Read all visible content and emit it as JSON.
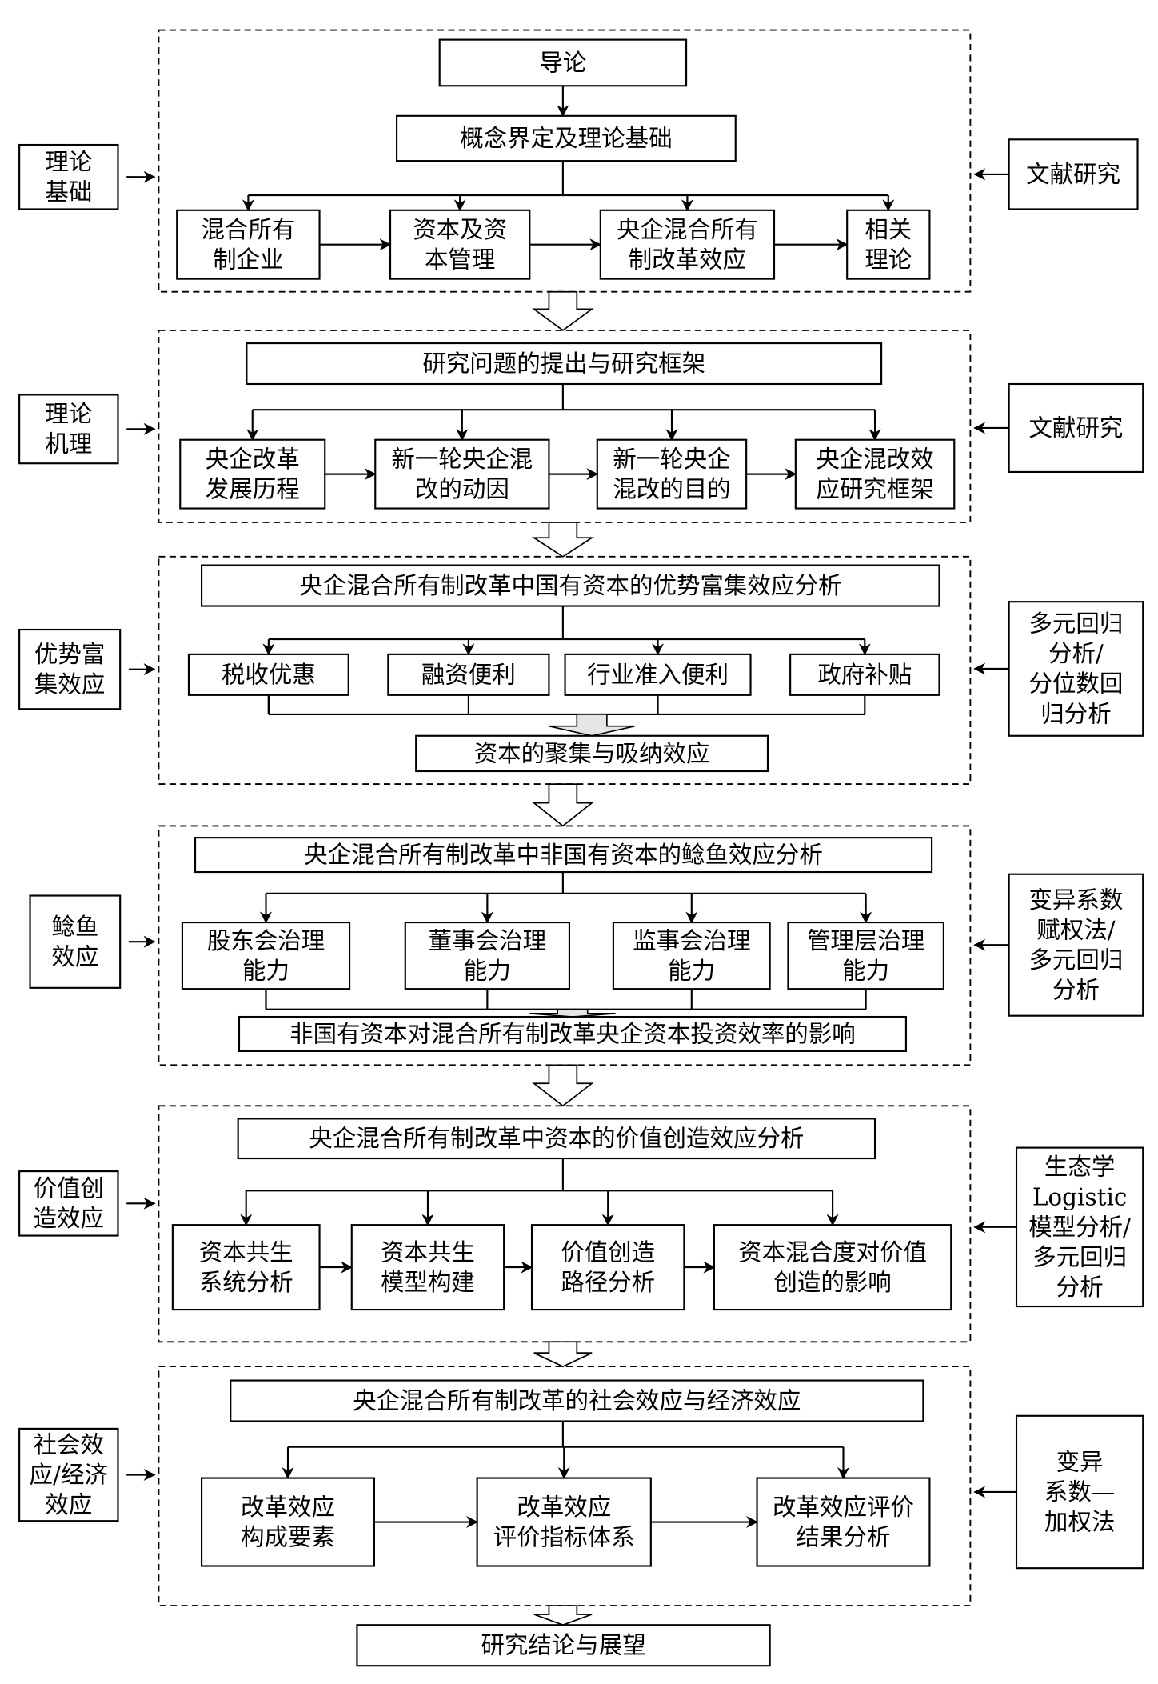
{
  "sections": [
    {
      "left_method": [
        "理论",
        "基础"
      ],
      "right_method": [
        "文献研究"
      ],
      "top": "导论",
      "header": "概念界定及理论基础",
      "children": [
        [
          "混合所有",
          "制企业"
        ],
        [
          "资本及资",
          "本管理"
        ],
        [
          "央企混合所有",
          "制改革效应"
        ],
        [
          "相关",
          "理论"
        ]
      ]
    },
    {
      "left_method": [
        "理论",
        "机理"
      ],
      "right_method": [
        "文献研究"
      ],
      "header": "研究问题的提出与研究框架",
      "children": [
        [
          "央企改革",
          "发展历程"
        ],
        [
          "新一轮央企混",
          "改的动因"
        ],
        [
          "新一轮央企",
          "混改的目的"
        ],
        [
          "央企混改效",
          "应研究框架"
        ]
      ]
    },
    {
      "left_method": [
        "优势富",
        "集效应"
      ],
      "right_method": [
        "多元回归",
        "分析/",
        "分位数回",
        "归分析"
      ],
      "header": "央企混合所有制改革中国有资本的优势富集效应分析",
      "children": [
        [
          "税收优惠"
        ],
        [
          "融资便利"
        ],
        [
          "行业准入便利"
        ],
        [
          "政府补贴"
        ]
      ],
      "result": "资本的聚集与吸纳效应"
    },
    {
      "left_method": [
        "鲶鱼",
        "效应"
      ],
      "right_method": [
        "变异系数",
        "赋权法/",
        "多元回归",
        "分析"
      ],
      "header": "央企混合所有制改革中非国有资本的鲶鱼效应分析",
      "children": [
        [
          "股东会治理",
          "能力"
        ],
        [
          "董事会治理",
          "能力"
        ],
        [
          "监事会治理",
          "能力"
        ],
        [
          "管理层治理",
          "能力"
        ]
      ],
      "result": "非国有资本对混合所有制改革央企资本投资效率的影响"
    },
    {
      "left_method": [
        "价值创",
        "造效应"
      ],
      "right_method": [
        "生态学",
        "Logistic",
        "模型分析/",
        "多元回归",
        "分析"
      ],
      "header": "央企混合所有制改革中资本的价值创造效应分析",
      "children": [
        [
          "资本共生",
          "系统分析"
        ],
        [
          "资本共生",
          "模型构建"
        ],
        [
          "价值创造",
          "路径分析"
        ],
        [
          "资本混合度对价值",
          "创造的影响"
        ]
      ]
    },
    {
      "left_method": [
        "社会效",
        "应/经济",
        "效应"
      ],
      "right_method": [
        "变异",
        "系数—",
        "加权法"
      ],
      "header": "央企混合所有制改革的社会效应与经济效应",
      "children": [
        [
          "改革效应",
          "构成要素"
        ],
        [
          "改革效应",
          "评价指标体系"
        ],
        [
          "改革效应评价",
          "结果分析"
        ]
      ]
    }
  ],
  "conclusion": "研究结论与展望"
}
